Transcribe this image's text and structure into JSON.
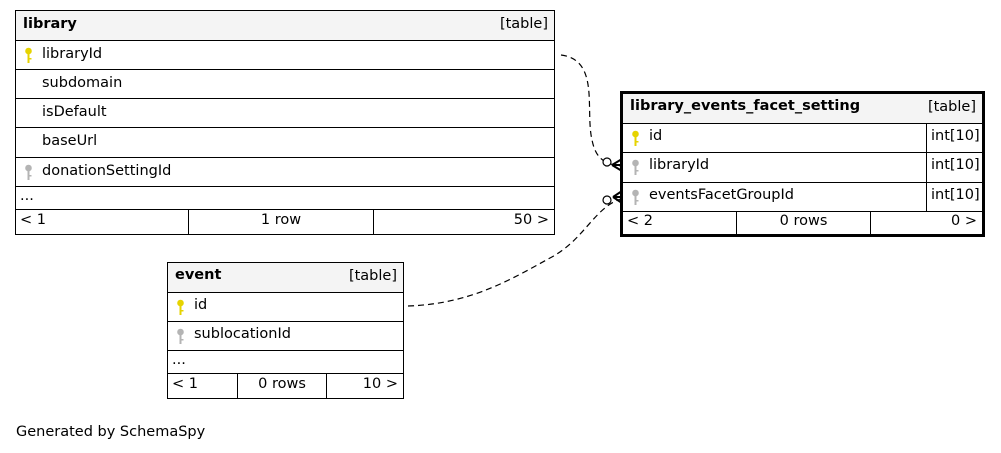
{
  "tables": {
    "library": {
      "name": "library",
      "type_label": "[table]",
      "columns": [
        "libraryId",
        "subdomain",
        "isDefault",
        "baseUrl",
        "donationSettingId"
      ],
      "more": "...",
      "footer": {
        "prev": "< 1",
        "count": "1 row",
        "next": "50 >"
      }
    },
    "library_events_facet_setting": {
      "name": "library_events_facet_setting",
      "type_label": "[table]",
      "columns": [
        {
          "name": "id",
          "type": "int[10]"
        },
        {
          "name": "libraryId",
          "type": "int[10]"
        },
        {
          "name": "eventsFacetGroupId",
          "type": "int[10]"
        }
      ],
      "footer": {
        "prev": "< 2",
        "count": "0 rows",
        "next": "0 >"
      }
    },
    "event": {
      "name": "event",
      "type_label": "[table]",
      "columns": [
        "id",
        "sublocationId"
      ],
      "more": "...",
      "footer": {
        "prev": "< 1",
        "count": "0 rows",
        "next": "10 >"
      }
    }
  },
  "key_icons": {
    "primary": "key-icon-primary",
    "foreign": "key-icon-foreign"
  },
  "colors": {
    "primary_key": "#e6d300",
    "foreign_key": "#b4b4b4",
    "header_bg": "#f4f4f4",
    "line": "#000000"
  },
  "footer_text": "Generated by SchemaSpy"
}
